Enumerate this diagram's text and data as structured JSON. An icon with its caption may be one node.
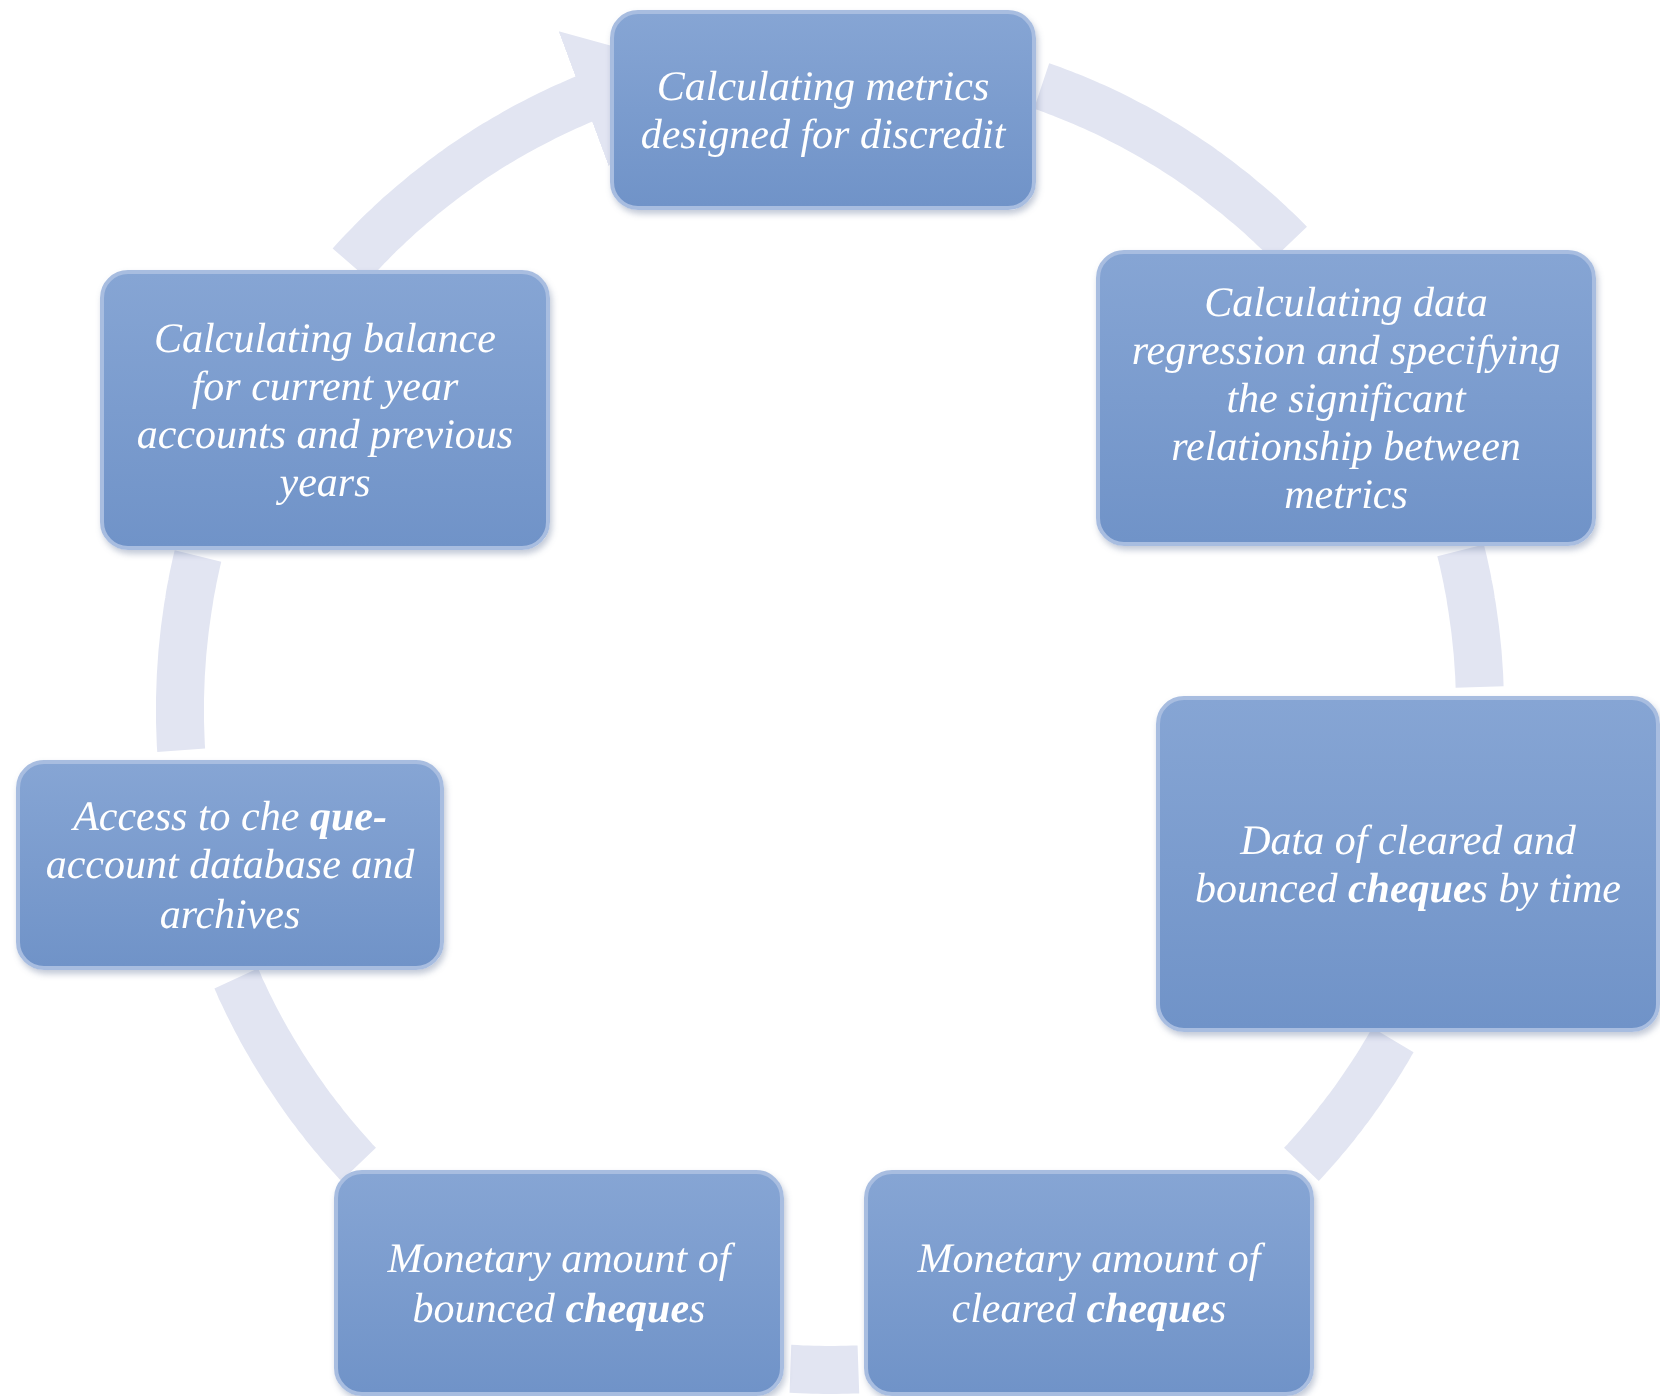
{
  "diagram": {
    "nodes": [
      {
        "text": [
          "Calculating metrics designed for discredit"
        ]
      },
      {
        "text": [
          "Calculating data regression and specifying the significant relationship between metrics"
        ]
      },
      {
        "text": [
          "Data of cleared and bounced **cheque**s by time"
        ]
      },
      {
        "text": [
          "Monetary amount of cleared **cheque**s"
        ]
      },
      {
        "text": [
          "Monetary amount of bounced **cheque**s"
        ]
      },
      {
        "text": [
          "Access to che **que-** account database and archives"
        ]
      },
      {
        "text": [
          "Calculating balance for current year accounts and previous years"
        ]
      }
    ],
    "edges": [
      {
        "from": 0,
        "to": 1,
        "arrow": "none"
      },
      {
        "from": 1,
        "to": 2,
        "arrow": "none"
      },
      {
        "from": 2,
        "to": 3,
        "arrow": "none"
      },
      {
        "from": 3,
        "to": 4,
        "arrow": "none"
      },
      {
        "from": 4,
        "to": 5,
        "arrow": "none"
      },
      {
        "from": 5,
        "to": 6,
        "arrow": "none"
      },
      {
        "from": 6,
        "to": 0,
        "arrow": "to"
      }
    ]
  }
}
